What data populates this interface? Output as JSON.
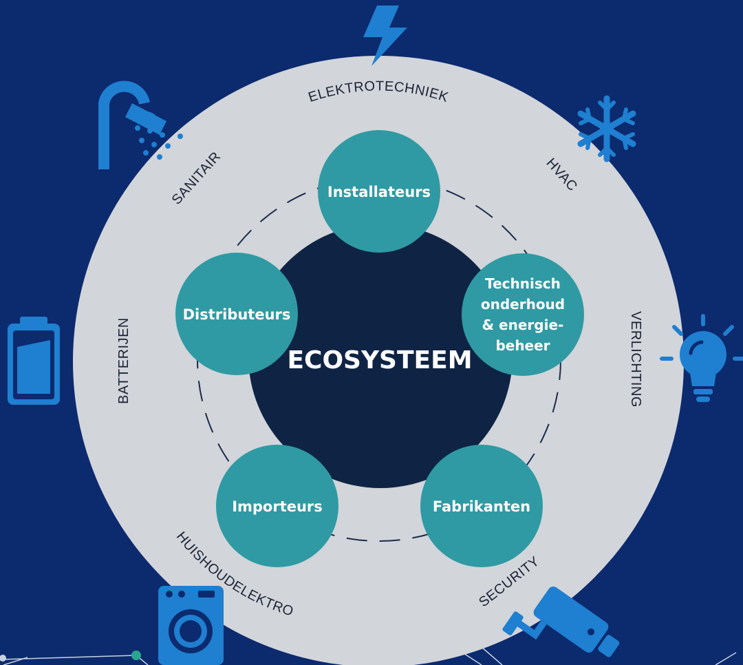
{
  "center": {
    "label": "ECOSYSTEEM"
  },
  "actors": [
    {
      "id": "installateurs",
      "lines": [
        "Installateurs"
      ]
    },
    {
      "id": "technisch",
      "lines": [
        "Technisch",
        "onderhoud",
        "& energie-",
        "beheer"
      ]
    },
    {
      "id": "fabrikanten",
      "lines": [
        "Fabrikanten"
      ]
    },
    {
      "id": "importeurs",
      "lines": [
        "Importeurs"
      ]
    },
    {
      "id": "distributeurs",
      "lines": [
        "Distributeurs"
      ]
    }
  ],
  "sectors": [
    {
      "id": "elektrotechniek",
      "label": "ELEKTROTECHNIEK",
      "icon": "lightning-bolt-icon"
    },
    {
      "id": "hvac",
      "label": "HVAC",
      "icon": "snowflake-icon"
    },
    {
      "id": "verlichting",
      "label": "VERLICHTING",
      "icon": "lightbulb-icon"
    },
    {
      "id": "security",
      "label": "SECURITY",
      "icon": "security-camera-icon"
    },
    {
      "id": "huishoudelektro",
      "label": "HUISHOUDELEKTRO",
      "icon": "washing-machine-icon"
    },
    {
      "id": "batterijen",
      "label": "BATTERIJEN",
      "icon": "battery-icon"
    },
    {
      "id": "sanitair",
      "label": "SANITAIR",
      "icon": "shower-icon"
    }
  ],
  "colors": {
    "background": "#0c2a6e",
    "outer_ring": "#d2d5da",
    "center_circle": "#0f2444",
    "actor_circle": "#2f9aa3",
    "dashed_ring": "#1b2a4a",
    "icon": "#1f7fd0",
    "sector_text": "#1b2436",
    "network_line": "#c8d2e0",
    "network_node": "#2aa58f"
  }
}
